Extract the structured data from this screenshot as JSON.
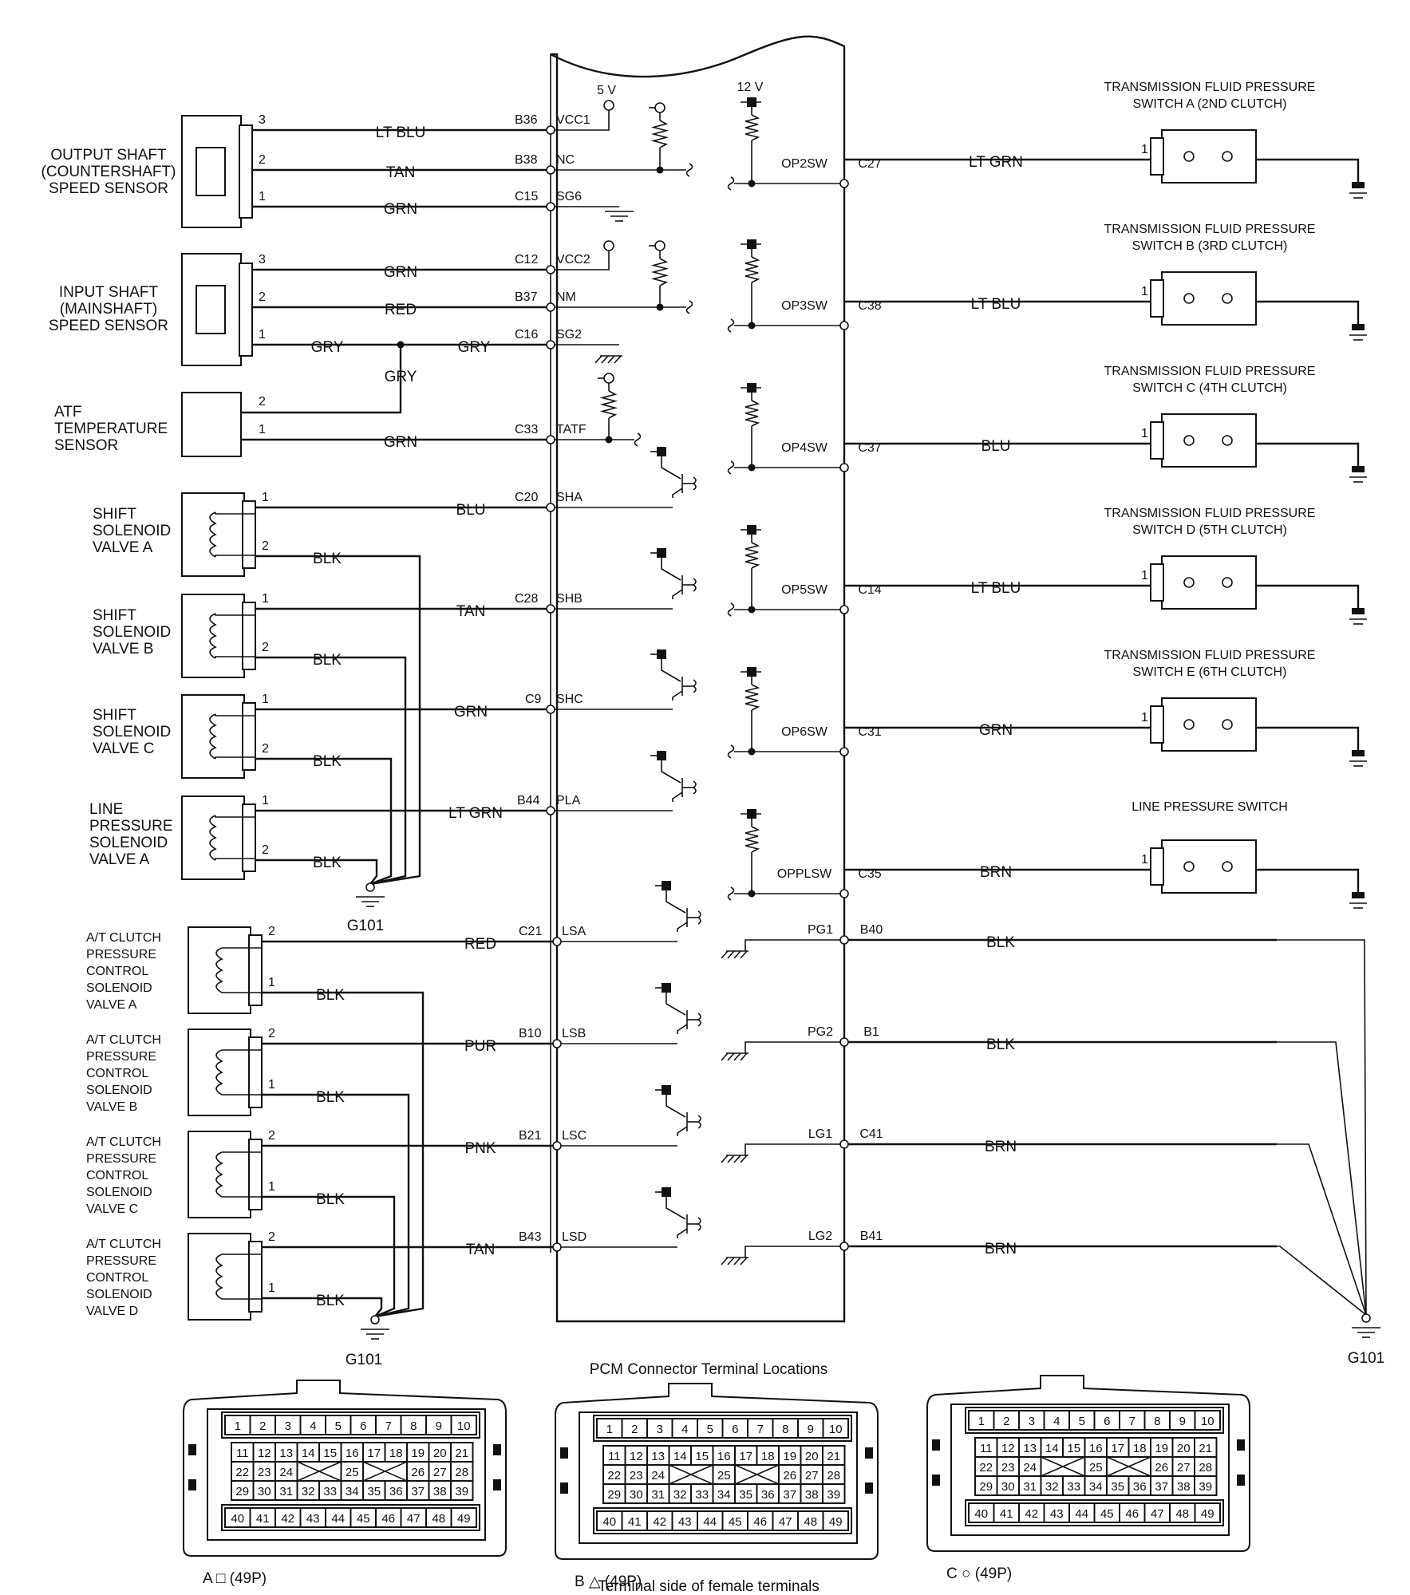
{
  "voltage_5v": "5 V",
  "voltage_12v": "12 V",
  "speed_sensors": [
    {
      "name": [
        "OUTPUT SHAFT",
        "(COUNTERSHAFT)",
        "SPEED SENSOR"
      ],
      "pins": [
        {
          "pin": "3",
          "color": "LT BLU",
          "term": "B36",
          "signal": "VCC1"
        },
        {
          "pin": "2",
          "color": "TAN",
          "term": "B38",
          "signal": "NC"
        },
        {
          "pin": "1",
          "color": "GRN",
          "term": "C15",
          "signal": "SG6"
        }
      ]
    },
    {
      "name": [
        "INPUT SHAFT",
        "(MAINSHAFT)",
        "SPEED SENSOR"
      ],
      "pins": [
        {
          "pin": "3",
          "color": "GRN",
          "term": "C12",
          "signal": "VCC2"
        },
        {
          "pin": "2",
          "color": "RED",
          "term": "B37",
          "signal": "NM"
        },
        {
          "pin": "1",
          "color": "GRY",
          "color_pcm": "GRY",
          "term": "C16",
          "signal": "SG2"
        }
      ]
    }
  ],
  "atf_sensor": {
    "name": [
      "ATF",
      "TEMPERATURE",
      "SENSOR"
    ],
    "pins": [
      {
        "pin": "2",
        "color": "GRY"
      },
      {
        "pin": "1",
        "color": "GRN",
        "term": "C33",
        "signal": "TATF"
      }
    ]
  },
  "solenoids_upper": [
    {
      "name": [
        "SHIFT",
        "SOLENOID",
        "VALVE A"
      ],
      "sig_pin": "1",
      "color": "BLU",
      "term": "C20",
      "signal": "SHA",
      "gnd_pin": "2",
      "gnd_color": "BLK"
    },
    {
      "name": [
        "SHIFT",
        "SOLENOID",
        "VALVE B"
      ],
      "sig_pin": "1",
      "color": "TAN",
      "term": "C28",
      "signal": "SHB",
      "gnd_pin": "2",
      "gnd_color": "BLK"
    },
    {
      "name": [
        "SHIFT",
        "SOLENOID",
        "VALVE C"
      ],
      "sig_pin": "1",
      "color": "GRN",
      "term": "C9",
      "signal": "SHC",
      "gnd_pin": "2",
      "gnd_color": "BLK"
    },
    {
      "name": [
        "LINE",
        "PRESSURE",
        "SOLENOID",
        "VALVE A"
      ],
      "sig_pin": "1",
      "color": "LT GRN",
      "term": "B44",
      "signal": "PLA",
      "gnd_pin": "2",
      "gnd_color": "BLK"
    }
  ],
  "solenoids_lower": [
    {
      "name": [
        "A/T CLUTCH",
        "PRESSURE",
        "CONTROL",
        "SOLENOID",
        "VALVE A"
      ],
      "sig_pin": "2",
      "color": "RED",
      "term": "C21",
      "signal": "LSA",
      "gnd_pin": "1",
      "gnd_color": "BLK"
    },
    {
      "name": [
        "A/T CLUTCH",
        "PRESSURE",
        "CONTROL",
        "SOLENOID",
        "VALVE B"
      ],
      "sig_pin": "2",
      "color": "PUR",
      "term": "B10",
      "signal": "LSB",
      "gnd_pin": "1",
      "gnd_color": "BLK"
    },
    {
      "name": [
        "A/T CLUTCH",
        "PRESSURE",
        "CONTROL",
        "SOLENOID",
        "VALVE C"
      ],
      "sig_pin": "2",
      "color": "PNK",
      "term": "B21",
      "signal": "LSC",
      "gnd_pin": "1",
      "gnd_color": "BLK"
    },
    {
      "name": [
        "A/T CLUTCH",
        "PRESSURE",
        "CONTROL",
        "SOLENOID",
        "VALVE D"
      ],
      "sig_pin": "2",
      "color": "TAN",
      "term": "B43",
      "signal": "LSD",
      "gnd_pin": "1",
      "gnd_color": "BLK"
    }
  ],
  "pressure_switches": [
    {
      "title": [
        "TRANSMISSION FLUID PRESSURE",
        "SWITCH A (2ND CLUTCH)"
      ],
      "signal": "OP2SW",
      "term": "C27",
      "color": "LT GRN",
      "pin": "1"
    },
    {
      "title": [
        "TRANSMISSION FLUID PRESSURE",
        "SWITCH B (3RD CLUTCH)"
      ],
      "signal": "OP3SW",
      "term": "C38",
      "color": "LT BLU",
      "pin": "1"
    },
    {
      "title": [
        "TRANSMISSION FLUID PRESSURE",
        "SWITCH C (4TH CLUTCH)"
      ],
      "signal": "OP4SW",
      "term": "C37",
      "color": "BLU",
      "pin": "1"
    },
    {
      "title": [
        "TRANSMISSION FLUID PRESSURE",
        "SWITCH D (5TH CLUTCH)"
      ],
      "signal": "OP5SW",
      "term": "C14",
      "color": "LT BLU",
      "pin": "1"
    },
    {
      "title": [
        "TRANSMISSION FLUID PRESSURE",
        "SWITCH E (6TH CLUTCH)"
      ],
      "signal": "OP6SW",
      "term": "C31",
      "color": "GRN",
      "pin": "1"
    },
    {
      "title": [
        "LINE PRESSURE SWITCH"
      ],
      "signal": "OPPLSW",
      "term": "C35",
      "color": "BRN",
      "pin": "1"
    }
  ],
  "pcm_grounds": [
    {
      "signal": "PG1",
      "term": "B40",
      "color": "BLK"
    },
    {
      "signal": "PG2",
      "term": "B1",
      "color": "BLK"
    },
    {
      "signal": "LG1",
      "term": "C41",
      "color": "BRN"
    },
    {
      "signal": "LG2",
      "term": "B41",
      "color": "BRN"
    }
  ],
  "ground_labels": [
    "G101",
    "G101",
    "G101"
  ],
  "connector_title": "PCM Connector Terminal Locations",
  "connector_footer": "Terminal side of female terminals",
  "connectors": [
    {
      "label": "A",
      "symbol": "□",
      "pins": "(49P)"
    },
    {
      "label": "B",
      "symbol": "△",
      "pins": "(49P)"
    },
    {
      "label": "C",
      "symbol": "○",
      "pins": "(49P)"
    }
  ],
  "terminal_rows": [
    [
      "1",
      "2",
      "3",
      "4",
      "5",
      "6",
      "7",
      "8",
      "9",
      "10"
    ],
    [
      "11",
      "12",
      "13",
      "14",
      "15",
      "16",
      "17",
      "18",
      "19",
      "20",
      "21"
    ],
    [
      "22",
      "23",
      "24",
      "25",
      "26",
      "27",
      "28"
    ],
    [
      "29",
      "30",
      "31",
      "32",
      "33",
      "34",
      "35",
      "36",
      "37",
      "38",
      "39"
    ],
    [
      "40",
      "41",
      "42",
      "43",
      "44",
      "45",
      "46",
      "47",
      "48",
      "49"
    ]
  ]
}
